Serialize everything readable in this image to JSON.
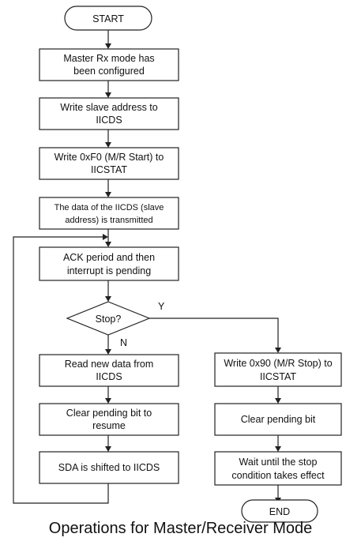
{
  "flowchart": {
    "start": "START",
    "end": "END",
    "steps": {
      "config": [
        "Master Rx mode has",
        "been configured"
      ],
      "write_addr": [
        "Write slave address to",
        "IICDS"
      ],
      "write_start": [
        "Write 0xF0 (M/R Start) to",
        "IICSTAT"
      ],
      "transmitted": [
        "The data of the IICDS (slave",
        "address) is transmitted"
      ],
      "ack": [
        "ACK period and then",
        "interrupt is pending"
      ],
      "read": [
        "Read new data from",
        "IICDS"
      ],
      "clear_resume": [
        "Clear pending bit to",
        "resume"
      ],
      "sda": [
        "SDA is shifted to IICDS"
      ],
      "write_stop": [
        "Write 0x90 (M/R Stop) to",
        "IICSTAT"
      ],
      "clear": [
        "Clear pending bit"
      ],
      "wait": [
        "Wait until the stop",
        "condition takes effect"
      ]
    },
    "decision": "Stop?",
    "yes_label": "Y",
    "no_label": "N"
  },
  "caption": "Operations for Master/Receiver Mode"
}
